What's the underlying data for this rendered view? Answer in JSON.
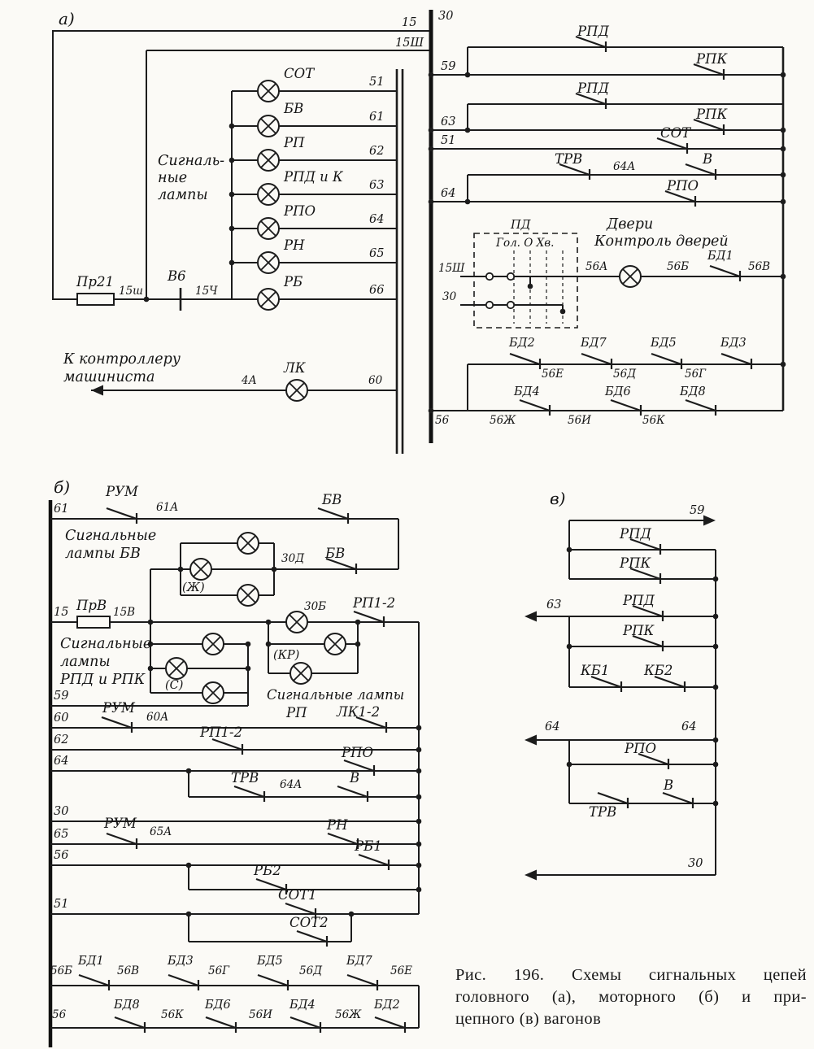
{
  "a": {
    "part": "а)",
    "w15": "15",
    "w15sh": "15Ш",
    "cap1": "Сигналь-",
    "cap2": "ные",
    "cap3": "лампы",
    "lamps": [
      {
        "name": "СОТ",
        "wire": "51"
      },
      {
        "name": "БВ",
        "wire": "61"
      },
      {
        "name": "РП",
        "wire": "62"
      },
      {
        "name": "РПД и К",
        "wire": "63"
      },
      {
        "name": "РПО",
        "wire": "64"
      },
      {
        "name": "РН",
        "wire": "65"
      },
      {
        "name": "РБ",
        "wire": "66"
      }
    ],
    "fuse": "Пр21",
    "n15sh": "15ш",
    "v6": "В6",
    "n15ch": "15Ч",
    "ctrl1": "К контроллеру",
    "ctrl2": "машиниста",
    "n4a": "4А",
    "lk": "ЛК",
    "n60": "60",
    "right": {
      "bus30": "30",
      "n59": "59",
      "rpd1": "РПД",
      "rpk1": "РПК",
      "n63": "63",
      "rpd2": "РПД",
      "rpk2": "РПК",
      "n51": "51",
      "sot": "СОТ",
      "trv": "ТРВ",
      "n64a": "64А",
      "v": "В",
      "n64": "64",
      "rpo": "РПО",
      "pd": "ПД",
      "pd_pos": "Гол. О Хв.",
      "n15sh": "15Ш",
      "n30": "30",
      "dv1": "Двери",
      "dv2": "Контроль дверей",
      "n56a": "56А",
      "n56b": "56Б",
      "bd1": "БД1",
      "n56v": "56В",
      "bd2": "БД2",
      "bd7": "БД7",
      "bd5": "БД5",
      "bd3": "БД3",
      "n56e": "56Е",
      "n56d": "56Д",
      "n56g": "56Г",
      "bd4": "БД4",
      "bd6": "БД6",
      "bd8": "БД8",
      "n56zh": "56Ж",
      "n56i": "56И",
      "n56k": "56К",
      "n56": "56"
    }
  },
  "b": {
    "part": "б)",
    "n61": "61",
    "rum1": "РУМ",
    "n61a": "61А",
    "bv1": "БВ",
    "cap_bv1": "Сигнальные",
    "cap_bv2": "лампы БВ",
    "zh": "(Ж)",
    "n30d": "30Д",
    "bv2": "БВ",
    "n15": "15",
    "fuse": "ПрВ",
    "n15v": "15В",
    "cap_rpd1": "Сигнальные",
    "cap_rpd2": "лампы",
    "cap_rpd3": "РПД и РПК",
    "s": "(С)",
    "n30b": "30Б",
    "rp12a": "РП1-2",
    "kr": "(КР)",
    "cap_rp1": "Сигнальные лампы",
    "cap_rp2": "РП",
    "n59": "59",
    "n60": "60",
    "rum2": "РУМ",
    "n60a": "60А",
    "lk12": "ЛК1-2",
    "n62": "62",
    "rp12b": "РП1-2",
    "n64": "64",
    "rpo": "РПО",
    "trv": "ТРВ",
    "n64a": "64А",
    "v": "В",
    "n30": "30",
    "n65": "65",
    "rum3": "РУМ",
    "n65a": "65А",
    "rn": "РН",
    "n56": "56",
    "rb1": "РБ1",
    "rb2": "РБ2",
    "n51": "51",
    "sot1": "СОТ1",
    "sot2": "СОТ2",
    "doors_top": {
      "n56b": "56Б",
      "bd1": "БД1",
      "n56v": "56В",
      "bd3": "БД3",
      "n56g": "56Г",
      "bd5": "БД5",
      "n56d": "56Д",
      "bd7": "БД7",
      "n56e": "56Е"
    },
    "doors_bot": {
      "n56": "56",
      "bd8": "БД8",
      "n56k": "56К",
      "bd6": "БД6",
      "n56i": "56И",
      "bd4": "БД4",
      "n56zh": "56Ж",
      "bd2": "БД2"
    }
  },
  "v": {
    "part": "в)",
    "n59": "59",
    "rpd1": "РПД",
    "rpk1": "РПК",
    "n63": "63",
    "rpd2": "РПД",
    "rpk2": "РПК",
    "kb1": "КБ1",
    "kb2": "КБ2",
    "n64l": "64",
    "n64r": "64",
    "rpo": "РПО",
    "trv": "ТРВ",
    "v": "В",
    "n30": "30"
  },
  "caption": {
    "l1": "Рис. 196. Схемы сигнальных цепей",
    "l2": "головного (а), моторного (б) и при-",
    "l3": "цепного (в) вагонов"
  }
}
